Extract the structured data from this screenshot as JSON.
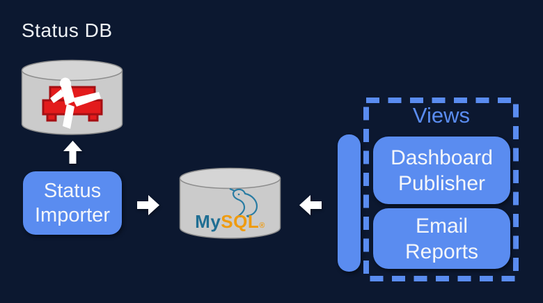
{
  "colors": {
    "background": "#0c1830",
    "accent": "#5a8cf0",
    "box_text": "#f4f6fa",
    "title_text": "#eef1f4",
    "cylinder_fill": "#cbcbcb",
    "cylinder_top": "#d5d5d5",
    "cylinder_stroke": "#8d8d8d",
    "couch_red": "#e31b1c",
    "couch_dark_red": "#a50f13",
    "person_white": "#ffffff",
    "mysql_teal": "#1f6e93",
    "mysql_orange": "#ef9b0f",
    "mysql_dolphin_stroke": "#2a7ca3",
    "arrow": "#ffffff"
  },
  "diagram": {
    "status_db": {
      "title": "Status DB"
    },
    "status_importer": {
      "line1": "Status",
      "line2": "Importer"
    },
    "mysql": {
      "word_my": "My",
      "word_sql": "SQL",
      "reg_mark": "®"
    },
    "views": {
      "label": "Views"
    },
    "dashboard_publisher": {
      "line1": "Dashboard",
      "line2": "Publisher"
    },
    "email_reports": {
      "line1": "Email",
      "line2": "Reports"
    }
  },
  "icons": {
    "up_arrow": "arrow-up",
    "right_arrow": "arrow-right",
    "left_arrow": "arrow-left",
    "couchdb_logo": "red couch with leaping person",
    "mysql_dolphin": "dolphin swoosh",
    "database_cylinder": "database cylinder"
  }
}
